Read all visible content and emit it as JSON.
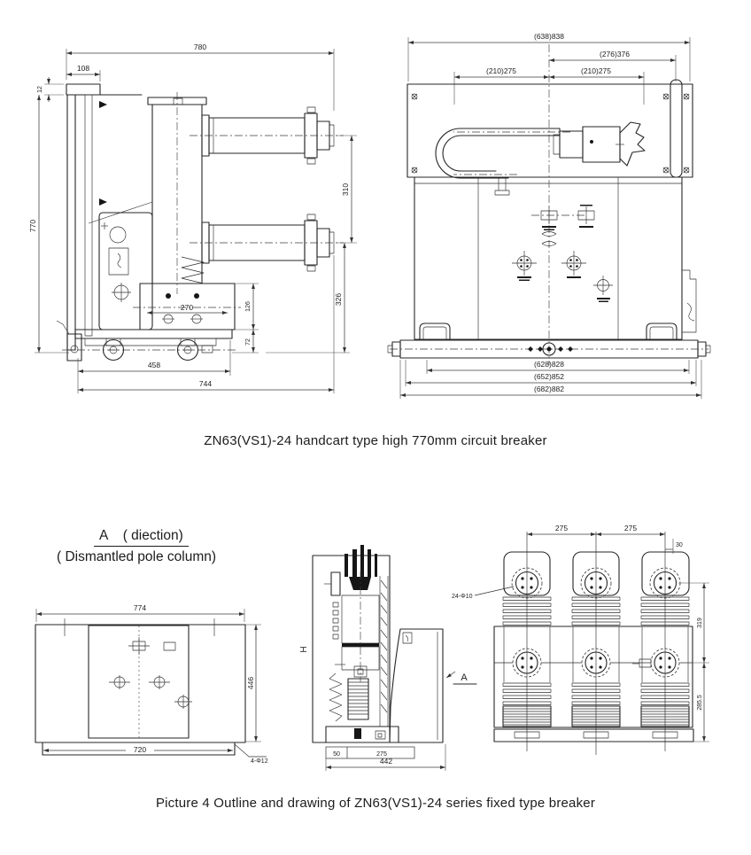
{
  "captions": {
    "top": "ZN63(VS1)-24 handcart type high 770mm circuit breaker",
    "bottom": "Picture 4 Outline and drawing of ZN63(VS1)-24 series fixed type breaker"
  },
  "section_labels": {
    "view_direction": "A    ( diection)",
    "dismantled": "( Dismantled pole column)"
  },
  "side_view": {
    "dims": {
      "overall_width": "780",
      "flange_width": "108",
      "plate_thickness": "12",
      "overall_height": "770",
      "pole_spacing": "310",
      "lower_pole_height": "326",
      "base_hole_spacing": "270",
      "base_height": "126",
      "chassis_height": "72",
      "chassis_length": "458",
      "overall_depth": "744"
    }
  },
  "front_view": {
    "dims": {
      "overall_width": "(638)838",
      "mechanism_width": "(276)376",
      "left_spacing": "(210)275",
      "right_spacing": "(210)275",
      "rail_width_1": "(628)828",
      "rail_width_2": "(652)852",
      "rail_width_3": "(682)882"
    }
  },
  "top_view": {
    "dims": {
      "overall_width": "774",
      "overall_depth": "446",
      "base_width": "720",
      "mounting_holes": "4-Φ12"
    }
  },
  "pole_section": {
    "height_label": "H",
    "view_label": "A",
    "dims": {
      "front_offset": "50",
      "pole_depth": "275",
      "overall_depth": "442"
    }
  },
  "three_pole_view": {
    "dims": {
      "pole_spacing_left": "275",
      "pole_spacing_right": "275",
      "edge_offset": "30",
      "upper_terminal_height": "319",
      "lower_terminal_height": "285.5",
      "terminal_holes": "24-Φ10"
    }
  }
}
